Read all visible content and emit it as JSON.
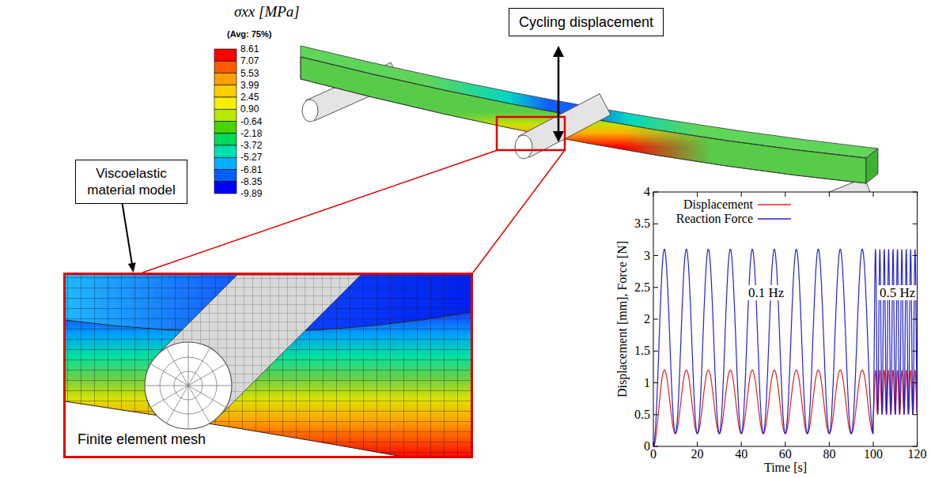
{
  "diagram": {
    "nodes": [
      {
        "text": [
          "Cycling displacement"
        ]
      },
      {
        "text": [
          "Viscoelastic material model"
        ]
      },
      {
        "text": [
          "Finite element mesh"
        ]
      }
    ],
    "edges": [
      {
        "from": 1,
        "to": 2,
        "arrow": "to"
      }
    ],
    "labels": [
      "σxx [MPa]",
      "(Avg: 75%)",
      "8.61",
      "7.07",
      "5.53",
      "3.99",
      "2.45",
      "0.90",
      "-0.64",
      "-2.18",
      "-3.72",
      "-5.27",
      "-6.81",
      "-8.35",
      "-9.89",
      "0.1 Hz",
      "0.5 Hz",
      "Displacement [mm], Force [N]",
      "Time [s]",
      "0",
      "0.5",
      "1",
      "1.5",
      "2",
      "2.5",
      "3",
      "3.5",
      "4",
      "0",
      "20",
      "40",
      "60",
      "80",
      "100",
      "120"
    ],
    "legend": [
      {
        "text": "Displacement"
      },
      {
        "text": "Reaction Force"
      }
    ]
  }
}
